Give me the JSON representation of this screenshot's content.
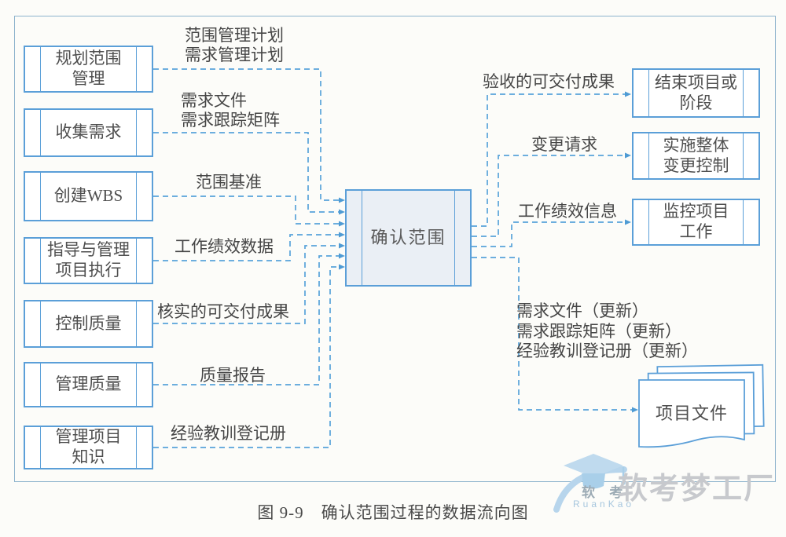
{
  "colors": {
    "box_border": "#5b9fd8",
    "connector_blue": "#58a3da",
    "arrowhead_blue": "#4e9bd4",
    "center_box_fill": "#eaeff5",
    "frame_border": "#8db3cd",
    "text_gray": "#4e4e4e",
    "watermark_gray": "#c7c9cd",
    "watermark_blue": "#aecfe8"
  },
  "diagram": {
    "caption": "图 9-9　确认范围过程的数据流向图",
    "center_process": "确认范围",
    "left_processes": [
      {
        "name": "规划范围\n管理",
        "artifact": "范围管理计划\n需求管理计划"
      },
      {
        "name": "收集需求",
        "artifact": "需求文件\n需求跟踪矩阵"
      },
      {
        "name": "创建WBS",
        "artifact": "范围基准"
      },
      {
        "name": "指导与管理\n项目执行",
        "artifact": "工作绩效数据"
      },
      {
        "name": "控制质量",
        "artifact": "核实的可交付成果"
      },
      {
        "name": "管理质量",
        "artifact": "质量报告"
      },
      {
        "name": "管理项目\n知识",
        "artifact": "经验教训登记册"
      }
    ],
    "right_processes": [
      {
        "name": "结束项目或\n阶段",
        "artifact": "验收的可交付成果"
      },
      {
        "name": "实施整体\n变更控制",
        "artifact": "变更请求"
      },
      {
        "name": "监控项目\n工作",
        "artifact": "工作绩效信息"
      }
    ],
    "document_output": {
      "name": "项目文件",
      "artifacts": "需求文件（更新）\n需求跟踪矩阵（更新）\n经验教训登记册（更新）"
    }
  },
  "watermark": {
    "brand_cn_small": "软 考",
    "brand_en": "RuanKao",
    "brand_cn_large": "软考梦工厂"
  }
}
